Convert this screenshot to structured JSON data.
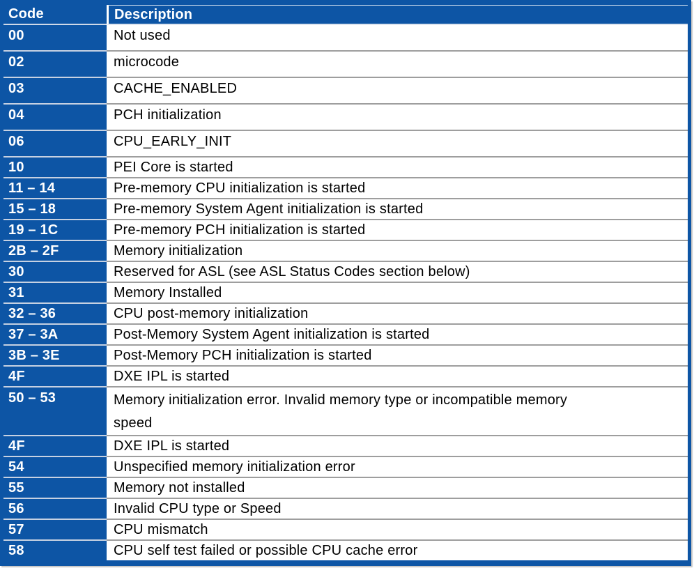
{
  "header": {
    "code": "Code",
    "description": "Description"
  },
  "rows": [
    {
      "code": "00",
      "desc": "Not used"
    },
    {
      "code": "02",
      "desc": "microcode"
    },
    {
      "code": "03",
      "desc": "CACHE_ENABLED"
    },
    {
      "code": "04",
      "desc": "PCH initialization"
    },
    {
      "code": "06",
      "desc": "CPU_EARLY_INIT"
    },
    {
      "code": "10",
      "desc": "PEI Core is started"
    },
    {
      "code": "11 – 14",
      "desc": "Pre-memory CPU initialization is started"
    },
    {
      "code": "15 – 18",
      "desc": "Pre-memory System Agent initialization is started"
    },
    {
      "code": "19 – 1C",
      "desc": "Pre-memory PCH initialization is started"
    },
    {
      "code": "2B – 2F",
      "desc": "Memory initialization"
    },
    {
      "code": "30",
      "desc": "Reserved for ASL (see ASL Status Codes section below)"
    },
    {
      "code": "31",
      "desc": "Memory Installed"
    },
    {
      "code": "32 – 36",
      "desc": "CPU post-memory initialization"
    },
    {
      "code": "37 – 3A",
      "desc": "Post-Memory System Agent initialization is started"
    },
    {
      "code": "3B – 3E",
      "desc": "Post-Memory PCH initialization is started"
    },
    {
      "code": "4F",
      "desc": "DXE IPL is started"
    },
    {
      "code": "50 – 53",
      "desc": "Memory initialization error. Invalid memory type or incompatible memory\nspeed"
    },
    {
      "code": "4F",
      "desc": "DXE IPL is started"
    },
    {
      "code": "54",
      "desc": "Unspecified memory initialization error"
    },
    {
      "code": "55",
      "desc": "Memory not installed"
    },
    {
      "code": "56",
      "desc": "Invalid CPU type or Speed"
    },
    {
      "code": "57",
      "desc": "CPU mismatch"
    },
    {
      "code": "58",
      "desc": "CPU self test failed or possible CPU cache error"
    }
  ],
  "colors": {
    "table_blue": "#0d55a5",
    "code_text": "#ffffff",
    "desc_text": "#000000",
    "desc_separator": "#9e9e9e",
    "code_separator": "#c6d1e2"
  }
}
